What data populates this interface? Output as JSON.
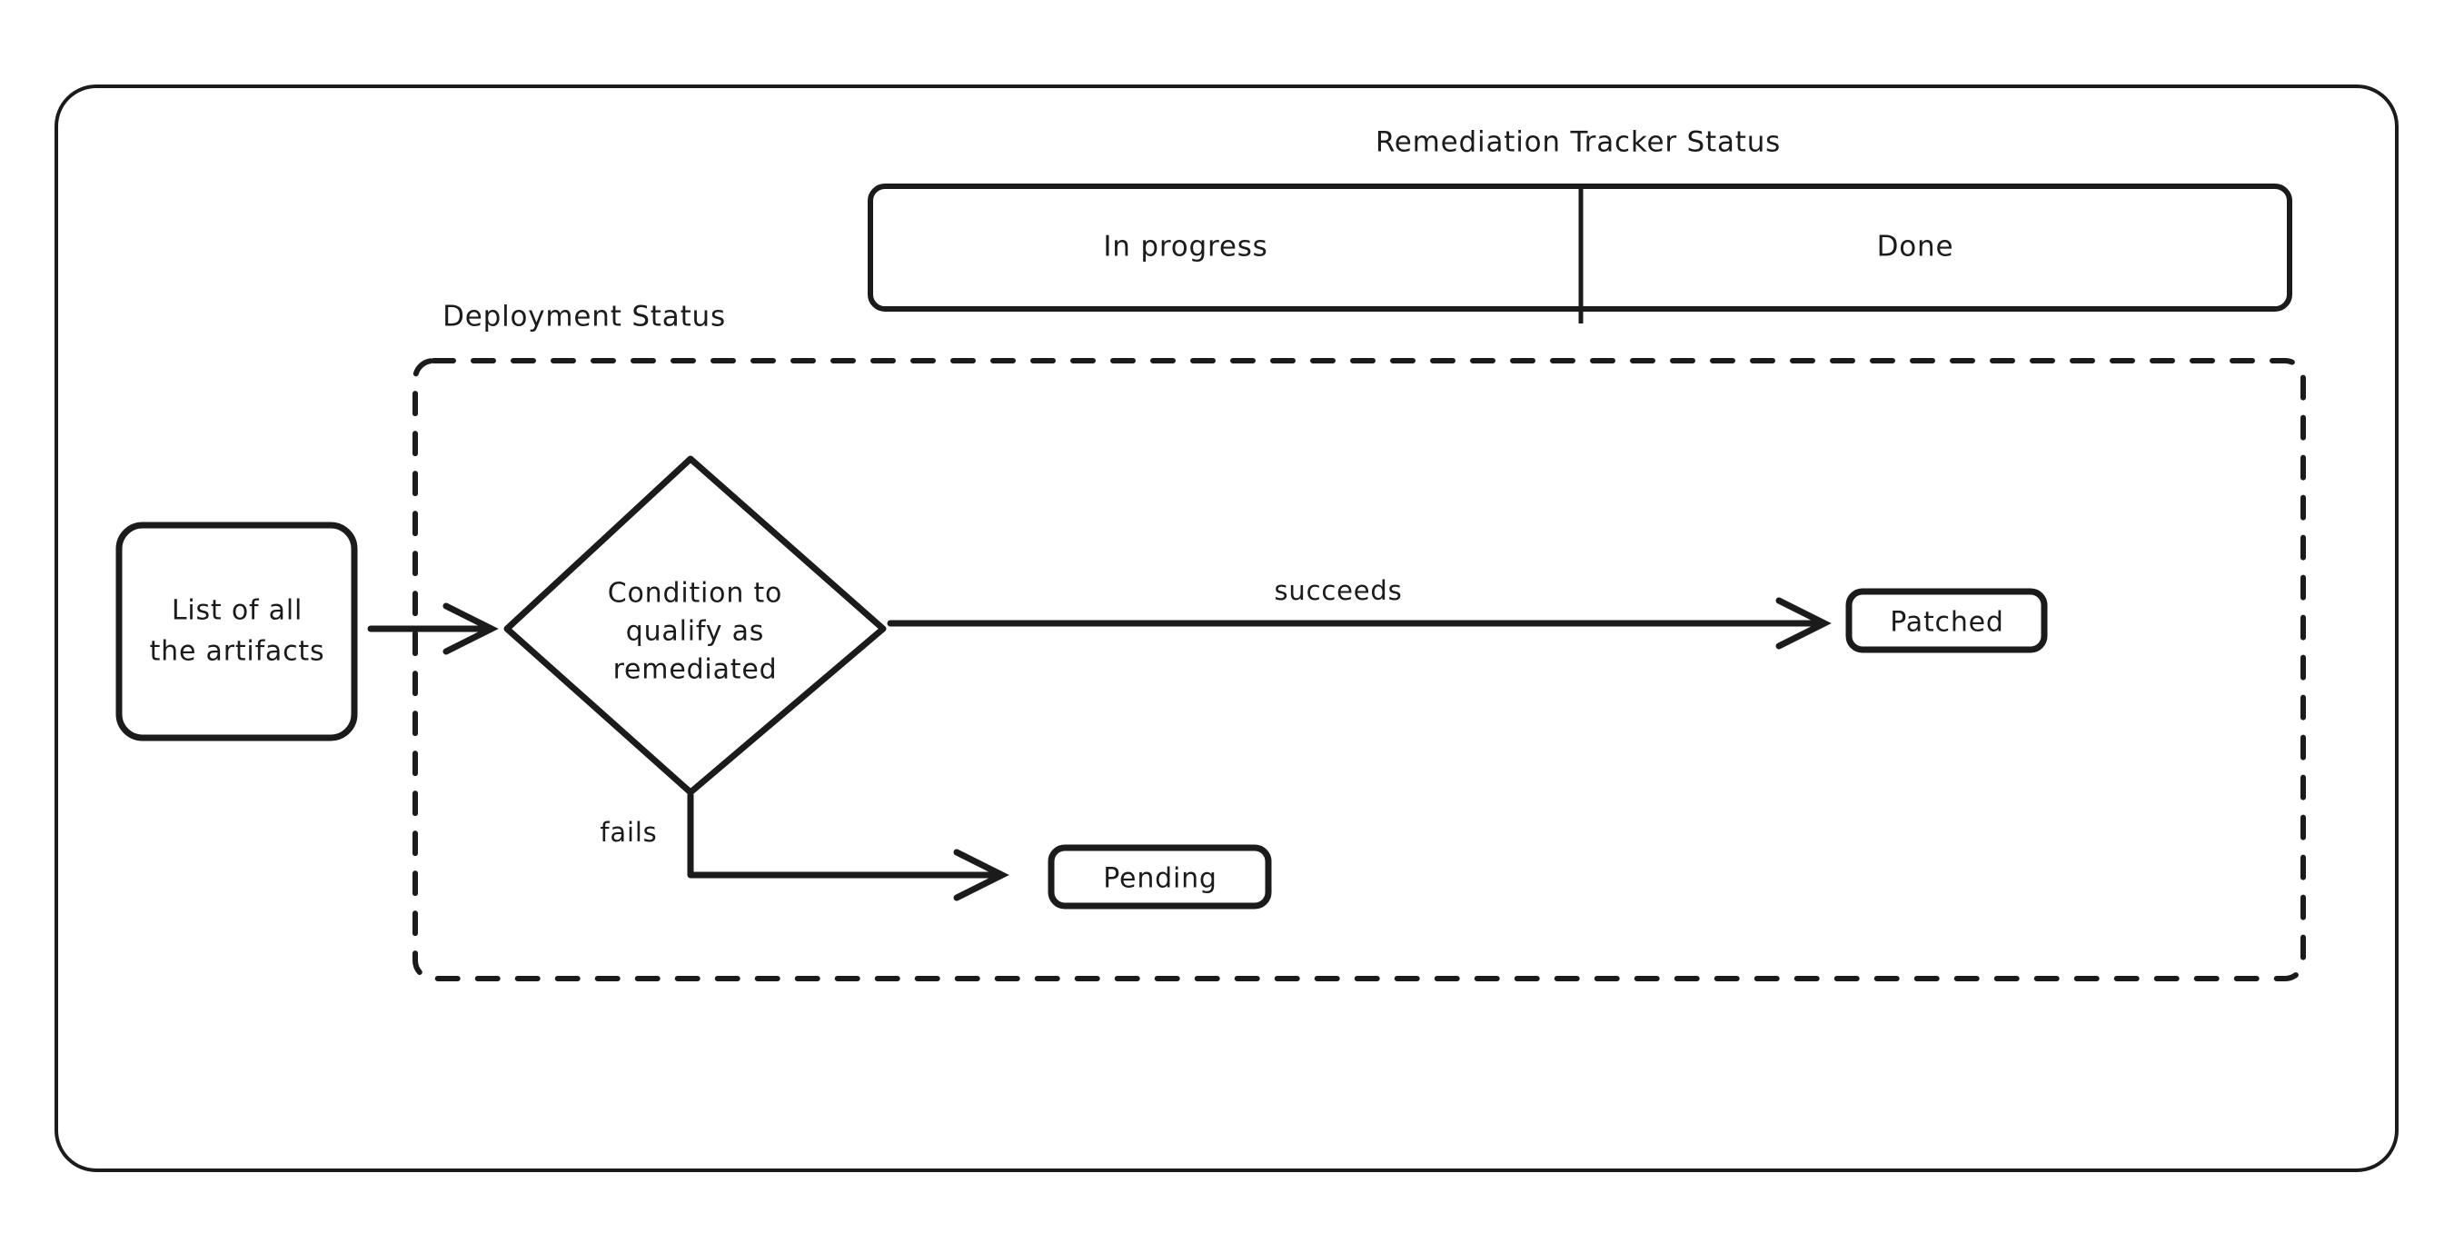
{
  "diagram": {
    "title": "Remediation Tracker Status",
    "background_color": "#ffffff",
    "stroke_color": "#1b1b1b",
    "tracker_table": {
      "caption": "Remediation Tracker Status",
      "cells": [
        {
          "label": "In progress"
        },
        {
          "label": "Done"
        }
      ]
    },
    "deployment_group": {
      "caption": "Deployment Status",
      "style": "dashed"
    },
    "nodes": [
      {
        "id": "artifacts",
        "label": "List of all the artifacts",
        "lines": [
          "List of all",
          "the artifacts"
        ],
        "shape": "rounded-rect"
      },
      {
        "id": "condition",
        "label": "Condition to qualify as remediated",
        "lines": [
          "Condition to",
          "qualify as",
          "remediated"
        ],
        "shape": "diamond"
      },
      {
        "id": "patched",
        "label": "Patched",
        "lines": [
          "Patched"
        ],
        "shape": "rounded-rect"
      },
      {
        "id": "pending",
        "label": "Pending",
        "lines": [
          "Pending"
        ],
        "shape": "rounded-rect"
      }
    ],
    "edges": [
      {
        "id": "artifacts-to-condition",
        "from": "artifacts",
        "to": "condition",
        "label": ""
      },
      {
        "id": "condition-succeeds",
        "from": "condition",
        "to": "patched",
        "label": "succeeds"
      },
      {
        "id": "condition-fails",
        "from": "condition",
        "to": "pending",
        "label": "fails"
      }
    ]
  }
}
